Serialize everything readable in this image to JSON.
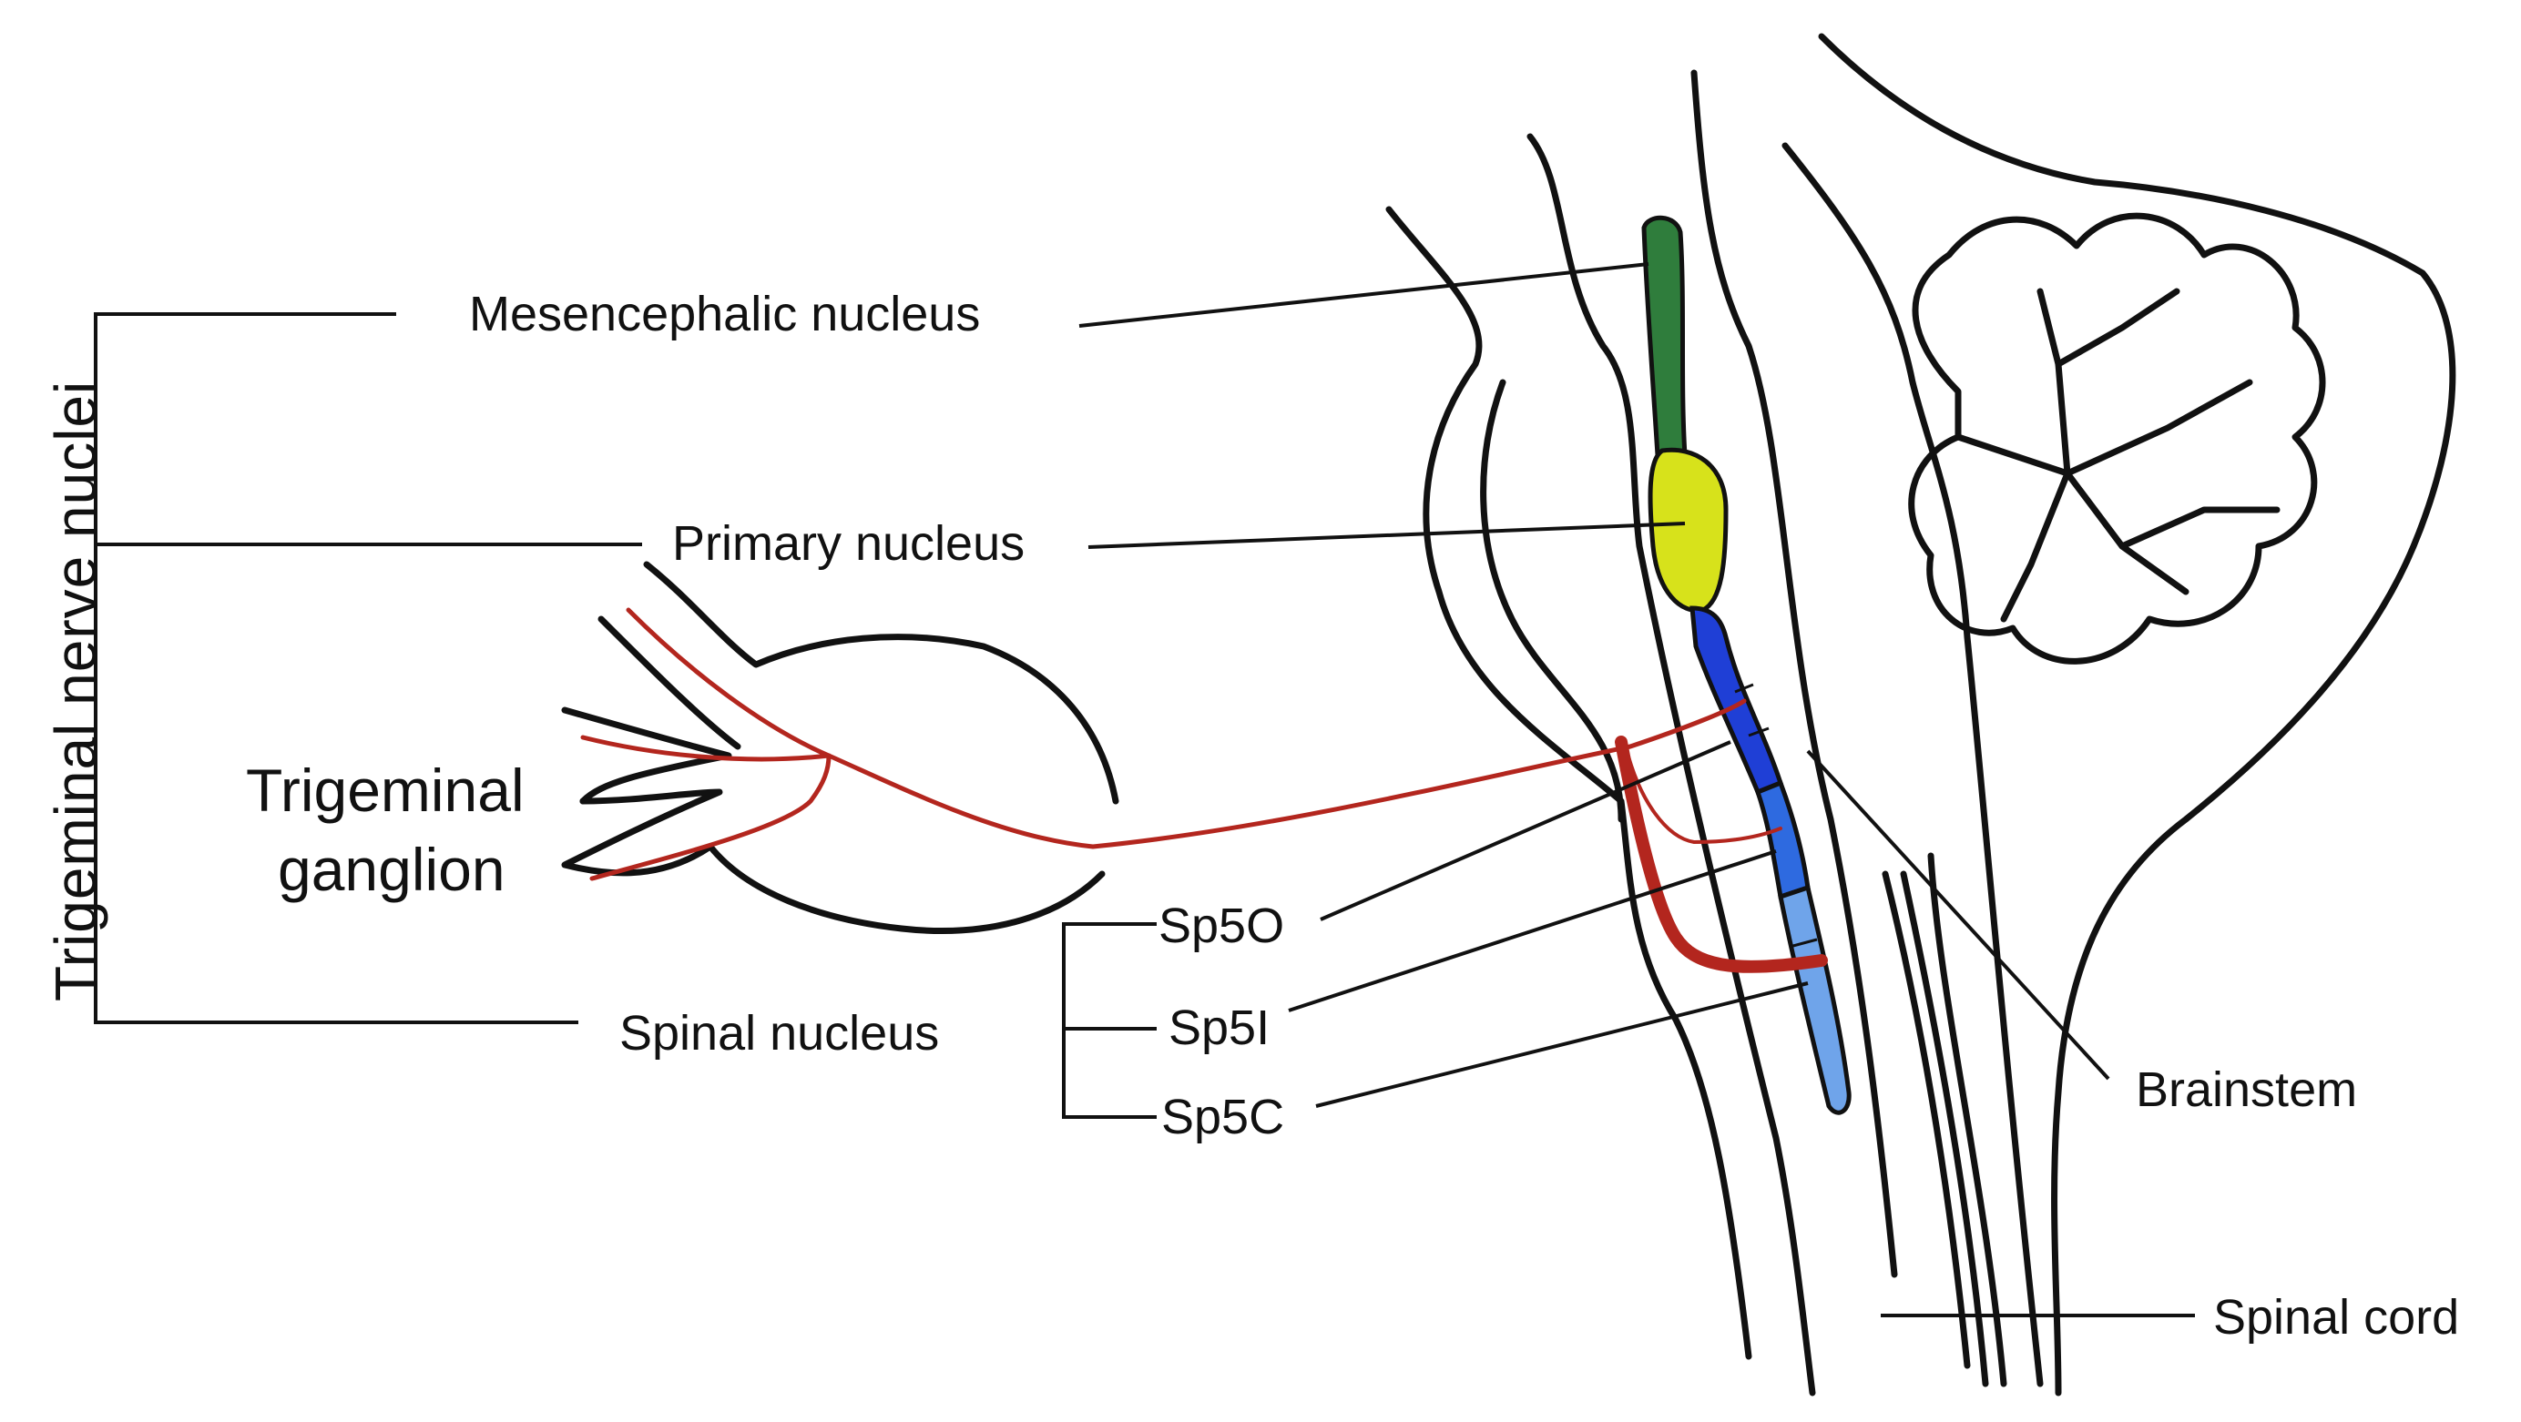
{
  "labels": {
    "group_title": "Trigeminal nerve nuclei",
    "mesencephalic": "Mesencephalic nucleus",
    "primary": "Primary nucleus",
    "spinal": "Spinal nucleus",
    "ganglion_line1": "Trigeminal",
    "ganglion_line2": "ganglion",
    "sp5o": "Sp5O",
    "sp5i": "Sp5I",
    "sp5c": "Sp5C",
    "brainstem": "Brainstem",
    "spinal_cord": "Spinal cord"
  },
  "colors": {
    "outline": "#111111",
    "nerve": "#b3261e",
    "mesencephalic": "#2f7d3c",
    "primary": "#d7e21b",
    "sp5o": "#1f3fd6",
    "sp5i": "#2e6ae0",
    "sp5c": "#6fa4ea"
  }
}
